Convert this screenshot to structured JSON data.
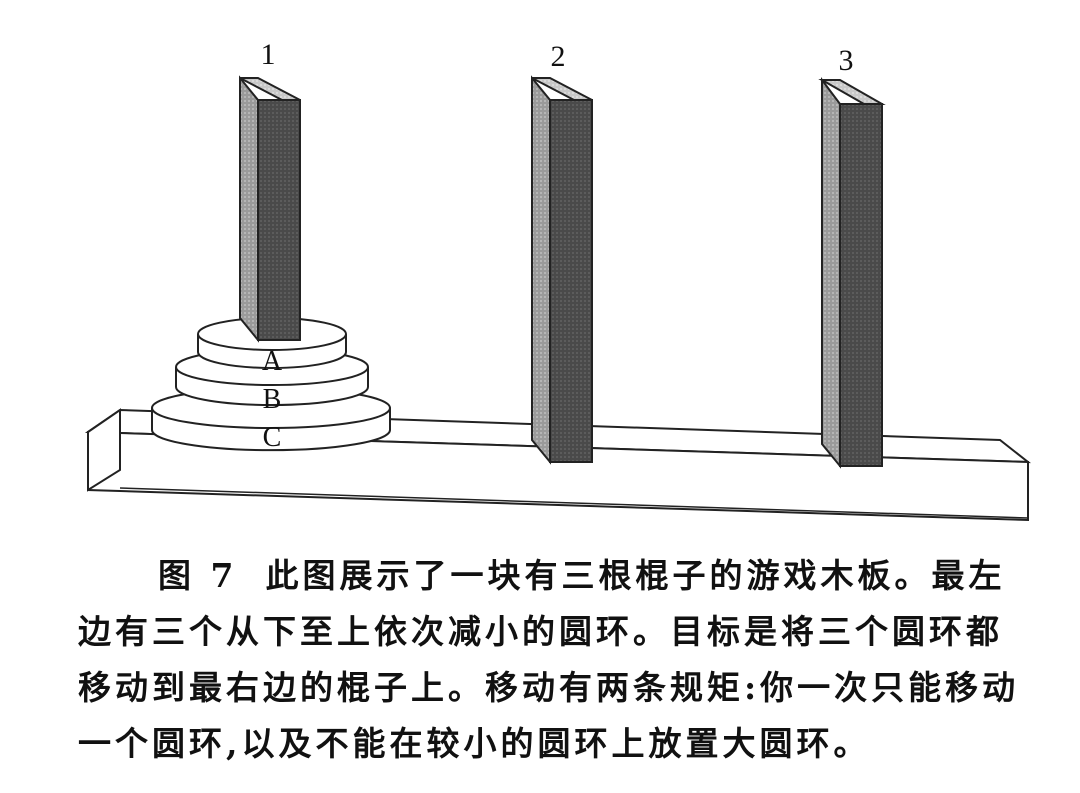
{
  "pegs": [
    {
      "label": "1"
    },
    {
      "label": "2"
    },
    {
      "label": "3"
    }
  ],
  "rings": [
    {
      "label": "A"
    },
    {
      "label": "B"
    },
    {
      "label": "C"
    }
  ],
  "caption": {
    "figure_number": "图 7",
    "text": "此图展示了一块有三根棍子的游戏木板。最左边有三个从下至上依次减小的圆环。目标是将三个圆环都移动到最右边的棍子上。移动有两条规矩:你一次只能移动一个圆环,以及不能在较小的圆环上放置大圆环。"
  }
}
